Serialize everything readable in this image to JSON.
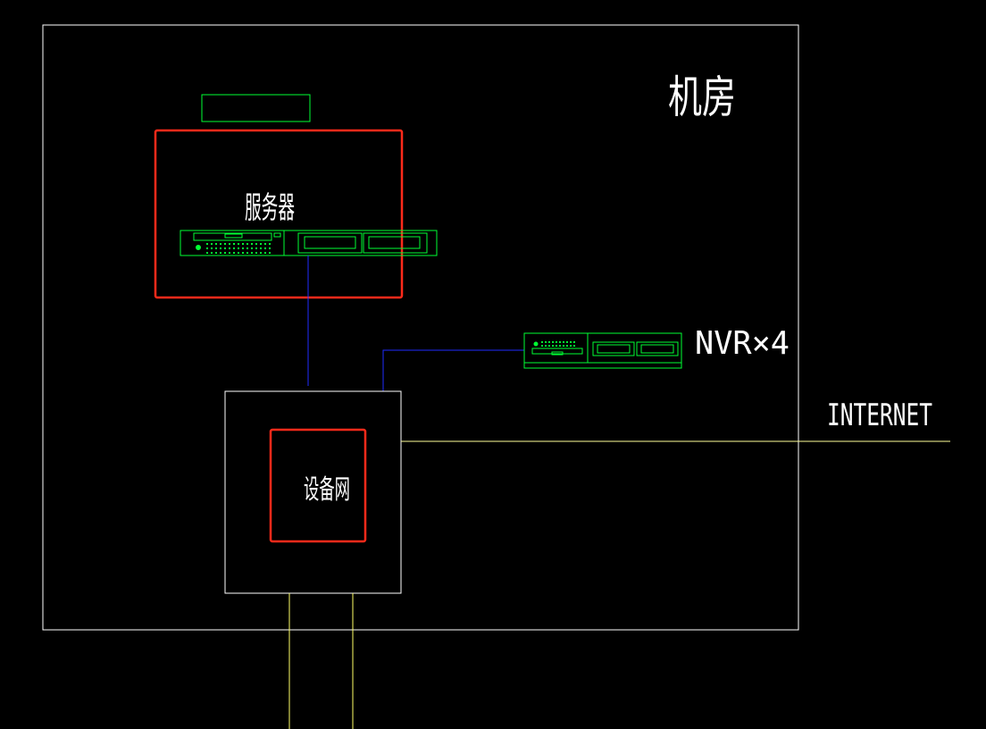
{
  "colors": {
    "background": "#000000",
    "wall": "#ffffff",
    "highlight": "#ff2a1a",
    "equipment": "#00ff33",
    "data_link": "#1f2bff",
    "uplink": "#ffff66"
  },
  "labels": {
    "room": "机房",
    "server": "服务器",
    "nvr": "NVR×4",
    "internet": "INTERNET",
    "device_network": "设备网"
  }
}
